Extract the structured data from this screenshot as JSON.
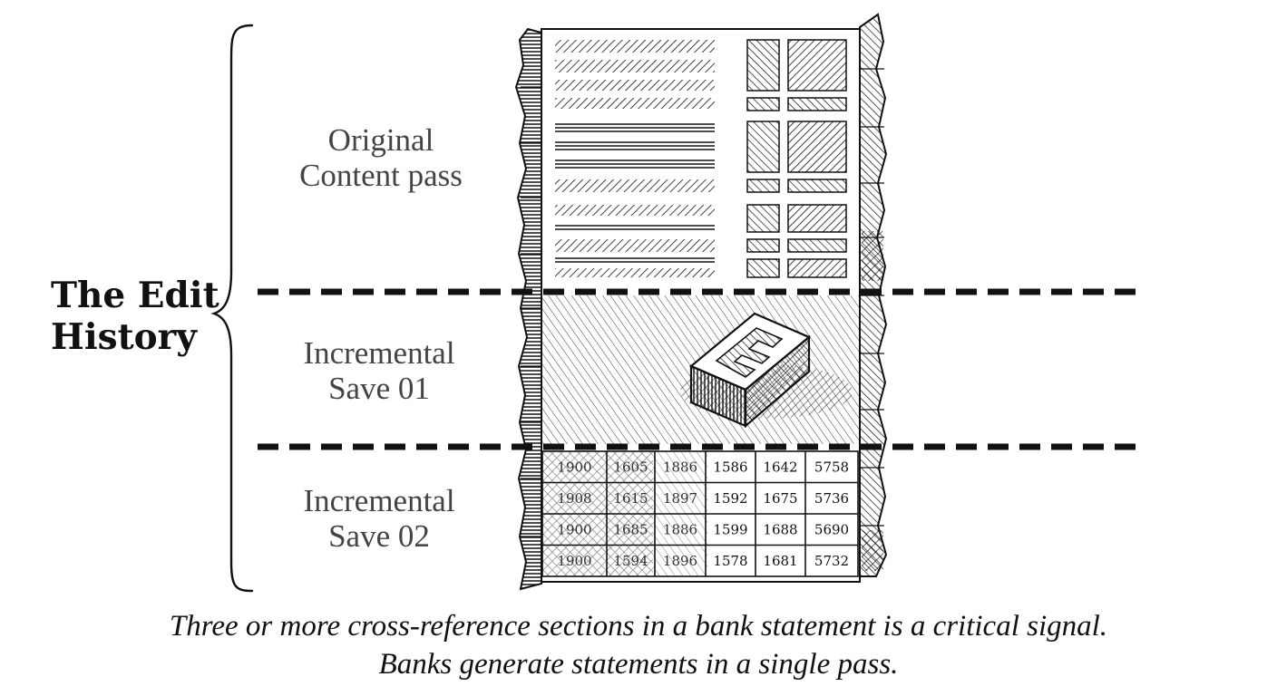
{
  "title": {
    "line1": "The Edit",
    "line2": "History"
  },
  "sections": [
    {
      "line1": "Original",
      "line2": "Content pass"
    },
    {
      "line1": "Incremental",
      "line2": "Save 01"
    },
    {
      "line1": "Incremental",
      "line2": "Save 02"
    }
  ],
  "type_block_letter": "E",
  "table": {
    "rows": [
      [
        "1900",
        "1605",
        "1886",
        "1586",
        "1642",
        "5758"
      ],
      [
        "1908",
        "1615",
        "1897",
        "1592",
        "1675",
        "5736"
      ],
      [
        "1900",
        "1685",
        "1886",
        "1599",
        "1688",
        "5690"
      ],
      [
        "1900",
        "1594",
        "1896",
        "1578",
        "1681",
        "5732"
      ]
    ]
  },
  "caption": {
    "line1": "Three or more cross-reference sections in a bank statement is a critical signal.",
    "line2": "Banks generate statements in a single pass."
  },
  "colors": {
    "ink": "#111111",
    "label_gray": "#444444",
    "paper": "#ffffff"
  }
}
